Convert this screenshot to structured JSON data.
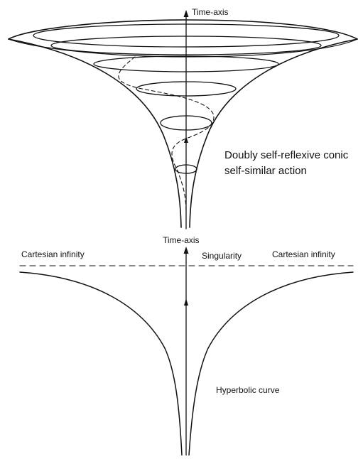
{
  "diagram": {
    "top_axis_label": "Time-axis",
    "mid_axis_label": "Time-axis",
    "caption_line1": "Doubly self-reflexive conic",
    "caption_line2": "self-similar action",
    "left_infinity": "Cartesian infinity",
    "singularity": "Singularity",
    "right_infinity": "Cartesian infinity",
    "curve_label": "Hyperbolic curve",
    "colors": {
      "ink": "#111111",
      "paper": "#ffffff"
    }
  }
}
